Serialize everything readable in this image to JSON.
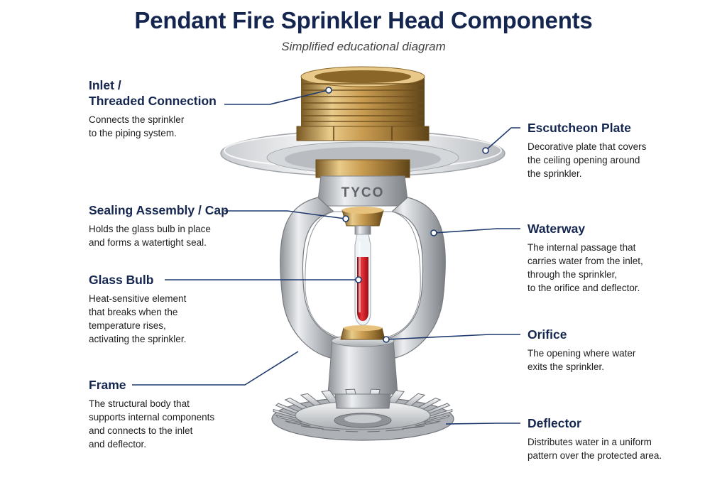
{
  "title": "Pendant Fire Sprinkler Head Components",
  "subtitle": "Simplified educational diagram",
  "brand_marking": "TYCO",
  "colors": {
    "title": "#14264f",
    "leader_line": "#1f3a6e",
    "brass": "#c9a05a",
    "steel": "#c4c6c9",
    "bulb_liquid": "#d11a23"
  },
  "components": {
    "inlet": {
      "name_line1": "Inlet /",
      "name_line2": "Threaded Connection",
      "desc": [
        "Connects the sprinkler",
        "to the piping system."
      ]
    },
    "sealing": {
      "name": "Sealing Assembly / Cap",
      "desc": [
        "Holds the glass bulb in place",
        "and forms a watertight seal."
      ]
    },
    "bulb": {
      "name": "Glass Bulb",
      "desc": [
        "Heat-sensitive element",
        "that breaks when the",
        "temperature rises,",
        "activating the sprinkler."
      ]
    },
    "frame": {
      "name": "Frame",
      "desc": [
        "The structural body that",
        "supports internal components",
        "and connects to the inlet",
        "and deflector."
      ]
    },
    "escutcheon": {
      "name": "Escutcheon Plate",
      "desc": [
        "Decorative plate that covers",
        "the ceiling opening around",
        "the sprinkler."
      ]
    },
    "waterway": {
      "name": "Waterway",
      "desc": [
        "The internal passage that",
        "carries water from the inlet,",
        "through the sprinkler,",
        "to the orifice and deflector."
      ]
    },
    "orifice": {
      "name": "Orifice",
      "desc": [
        "The opening where water",
        "exits the sprinkler."
      ]
    },
    "deflector": {
      "name": "Deflector",
      "desc": [
        "Distributes water in a uniform",
        "pattern over the protected area."
      ]
    }
  }
}
